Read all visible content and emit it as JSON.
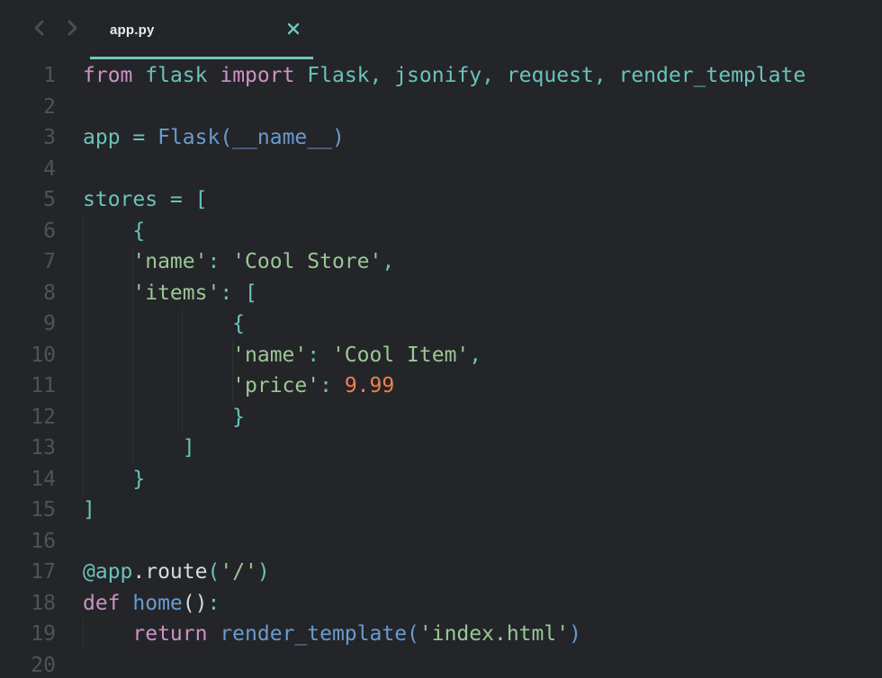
{
  "colors": {
    "background": "#242529",
    "accent": "#6fc7bc",
    "line_number": "#4e5357",
    "keyword": "#cc92c4",
    "identifier": "#69c3b9",
    "string": "#9ac795",
    "number": "#ef8150",
    "function_call": "#689bd0",
    "plain_text": "#d4dade",
    "nav_chevron": "#4b4d4f",
    "tab_label_color": "#e8eaec"
  },
  "tab_bar": {
    "back_icon": "chevron-left",
    "forward_icon": "chevron-right",
    "tab": {
      "label": "app.py",
      "close_icon": "x",
      "active": true
    }
  },
  "editor": {
    "lines": [
      {
        "num": "1",
        "segments": [
          {
            "c": "kw",
            "t": "from "
          },
          {
            "c": "id",
            "t": "flask "
          },
          {
            "c": "kw",
            "t": "import "
          },
          {
            "c": "id",
            "t": "Flask, jsonify, request, render_template"
          }
        ]
      },
      {
        "num": "2",
        "segments": []
      },
      {
        "num": "3",
        "segments": [
          {
            "c": "id",
            "t": "app = "
          },
          {
            "c": "fn",
            "t": "Flask(__name__)"
          }
        ]
      },
      {
        "num": "4",
        "segments": []
      },
      {
        "num": "5",
        "segments": [
          {
            "c": "id",
            "t": "stores = ["
          }
        ]
      },
      {
        "num": "6",
        "segments": [
          {
            "c": "id",
            "t": "    {"
          }
        ]
      },
      {
        "num": "7",
        "segments": [
          {
            "c": "str",
            "t": "    'name'"
          },
          {
            "c": "id",
            "t": ": "
          },
          {
            "c": "str",
            "t": "'Cool Store'"
          },
          {
            "c": "id",
            "t": ","
          }
        ]
      },
      {
        "num": "8",
        "segments": [
          {
            "c": "str",
            "t": "    'items'"
          },
          {
            "c": "id",
            "t": ": ["
          }
        ]
      },
      {
        "num": "9",
        "segments": [
          {
            "c": "id",
            "t": "            {"
          }
        ]
      },
      {
        "num": "10",
        "segments": [
          {
            "c": "str",
            "t": "            'name'"
          },
          {
            "c": "id",
            "t": ": "
          },
          {
            "c": "str",
            "t": "'Cool Item'"
          },
          {
            "c": "id",
            "t": ","
          }
        ]
      },
      {
        "num": "11",
        "segments": [
          {
            "c": "str",
            "t": "            'price'"
          },
          {
            "c": "id",
            "t": ": "
          },
          {
            "c": "num",
            "t": "9.99"
          }
        ]
      },
      {
        "num": "12",
        "segments": [
          {
            "c": "id",
            "t": "            }"
          }
        ]
      },
      {
        "num": "13",
        "segments": [
          {
            "c": "id",
            "t": "        ]"
          }
        ]
      },
      {
        "num": "14",
        "segments": [
          {
            "c": "id",
            "t": "    }"
          }
        ]
      },
      {
        "num": "15",
        "segments": [
          {
            "c": "id",
            "t": "]"
          }
        ]
      },
      {
        "num": "16",
        "segments": []
      },
      {
        "num": "17",
        "segments": [
          {
            "c": "id",
            "t": "@app"
          },
          {
            "c": "plain",
            "t": ".route"
          },
          {
            "c": "id",
            "t": "("
          },
          {
            "c": "str",
            "t": "'/'"
          },
          {
            "c": "id",
            "t": ")"
          }
        ]
      },
      {
        "num": "18",
        "segments": [
          {
            "c": "kw",
            "t": "def "
          },
          {
            "c": "fn",
            "t": "home"
          },
          {
            "c": "plain",
            "t": "()"
          },
          {
            "c": "id",
            "t": ":"
          }
        ]
      },
      {
        "num": "19",
        "segments": [
          {
            "c": "kw",
            "t": "    return "
          },
          {
            "c": "fn",
            "t": "render_template("
          },
          {
            "c": "str",
            "t": "'index.html'"
          },
          {
            "c": "fn",
            "t": ")"
          }
        ]
      },
      {
        "num": "20",
        "segments": []
      }
    ]
  }
}
